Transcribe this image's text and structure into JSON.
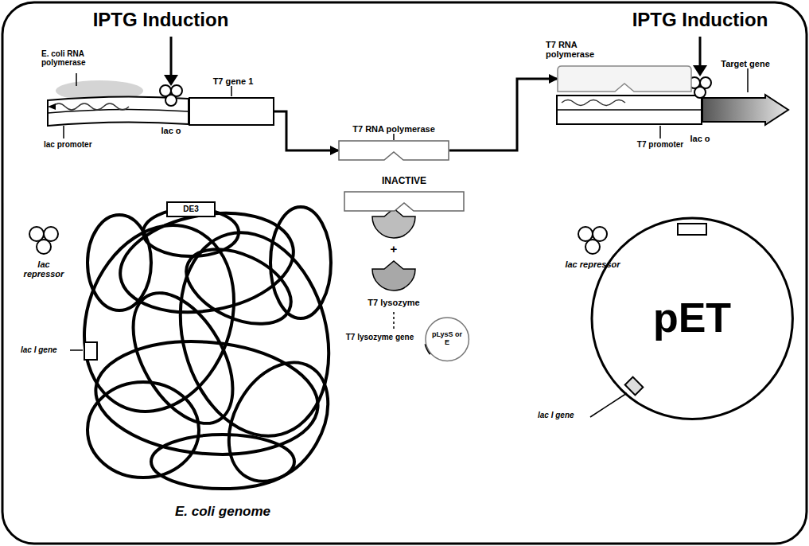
{
  "diagram": {
    "nodes": [
      {
        "text": [
          "T7 gene 1"
        ]
      },
      {
        "text": [
          "T7 RNA polymerase"
        ]
      },
      {
        "text": [
          "T7 RNA polymerase"
        ]
      },
      {
        "text": [
          "Target gene"
        ]
      },
      {
        "text": [
          "INACTIVE"
        ]
      },
      {
        "text": [
          "pLysS or E"
        ]
      },
      {
        "text": [
          "pET"
        ]
      }
    ],
    "edges": [
      {
        "from": 0,
        "to": 1,
        "arrow": "to"
      },
      {
        "from": 1,
        "to": 2,
        "arrow": "to"
      }
    ],
    "labels": [
      "IPTG Induction",
      "IPTG Induction",
      "E. coli RNA polymerase",
      "lac o",
      "lac promoter",
      "DE3",
      "lac repressor",
      "lac I gene",
      "E. coli genome",
      "+",
      "T7 lysozyme",
      "T7 lysozyme gene",
      "lac o",
      "T7 promoter",
      "lac repressor",
      "lac I gene"
    ]
  }
}
